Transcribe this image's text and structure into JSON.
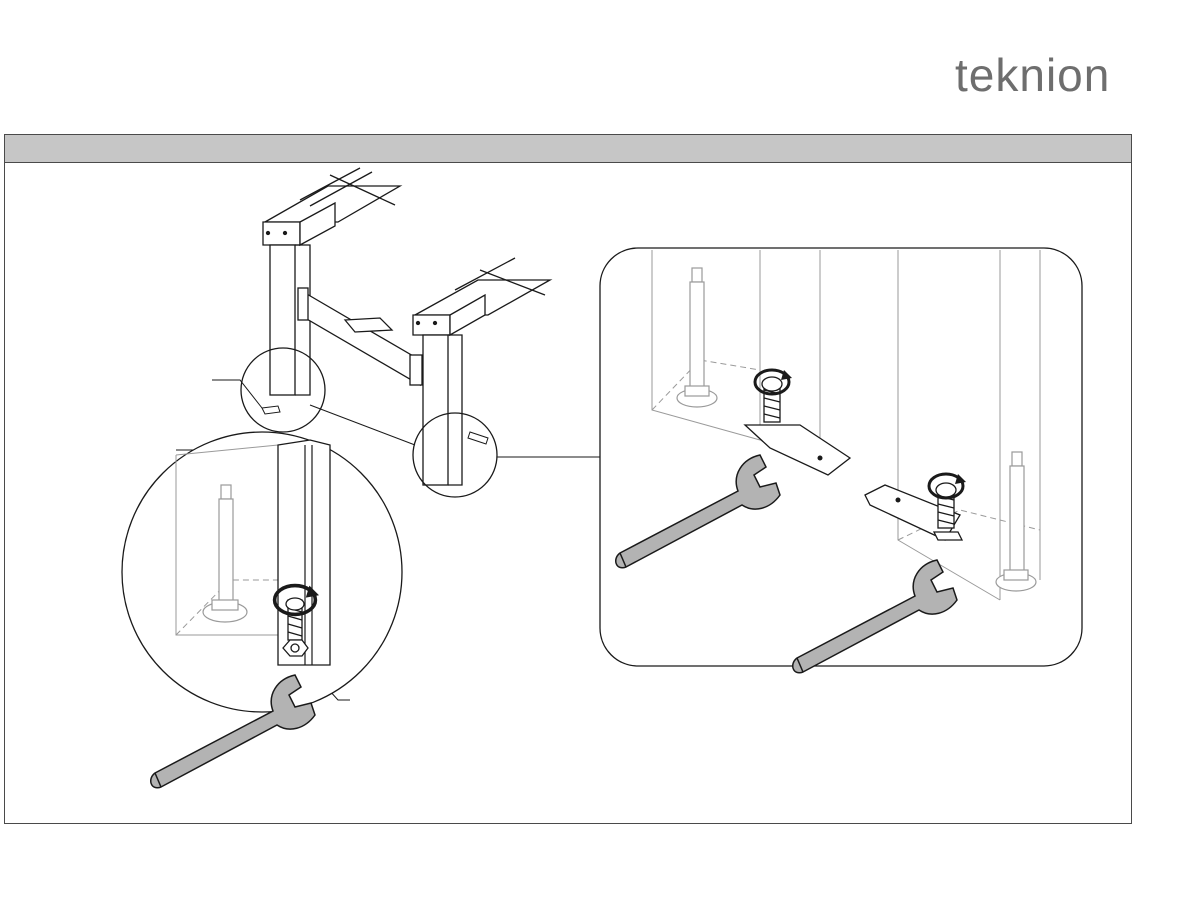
{
  "brand": {
    "logo_text": "teknion"
  },
  "header_bar": {
    "title": ""
  },
  "illustration": {
    "steps": [
      "frame-overview",
      "leg-detail-left",
      "leg-detail-right"
    ],
    "icons": [
      "wrench-icon",
      "rotate-arrow-icon",
      "leveling-glide-icon",
      "bracket-plate-icon"
    ],
    "colors": {
      "line": "#1a1a1a",
      "ghost_line": "#9a9a9a",
      "wrench_fill": "#b3b3b3",
      "header_bar": "#c6c6c6",
      "logo": "#6e6e6e"
    }
  }
}
